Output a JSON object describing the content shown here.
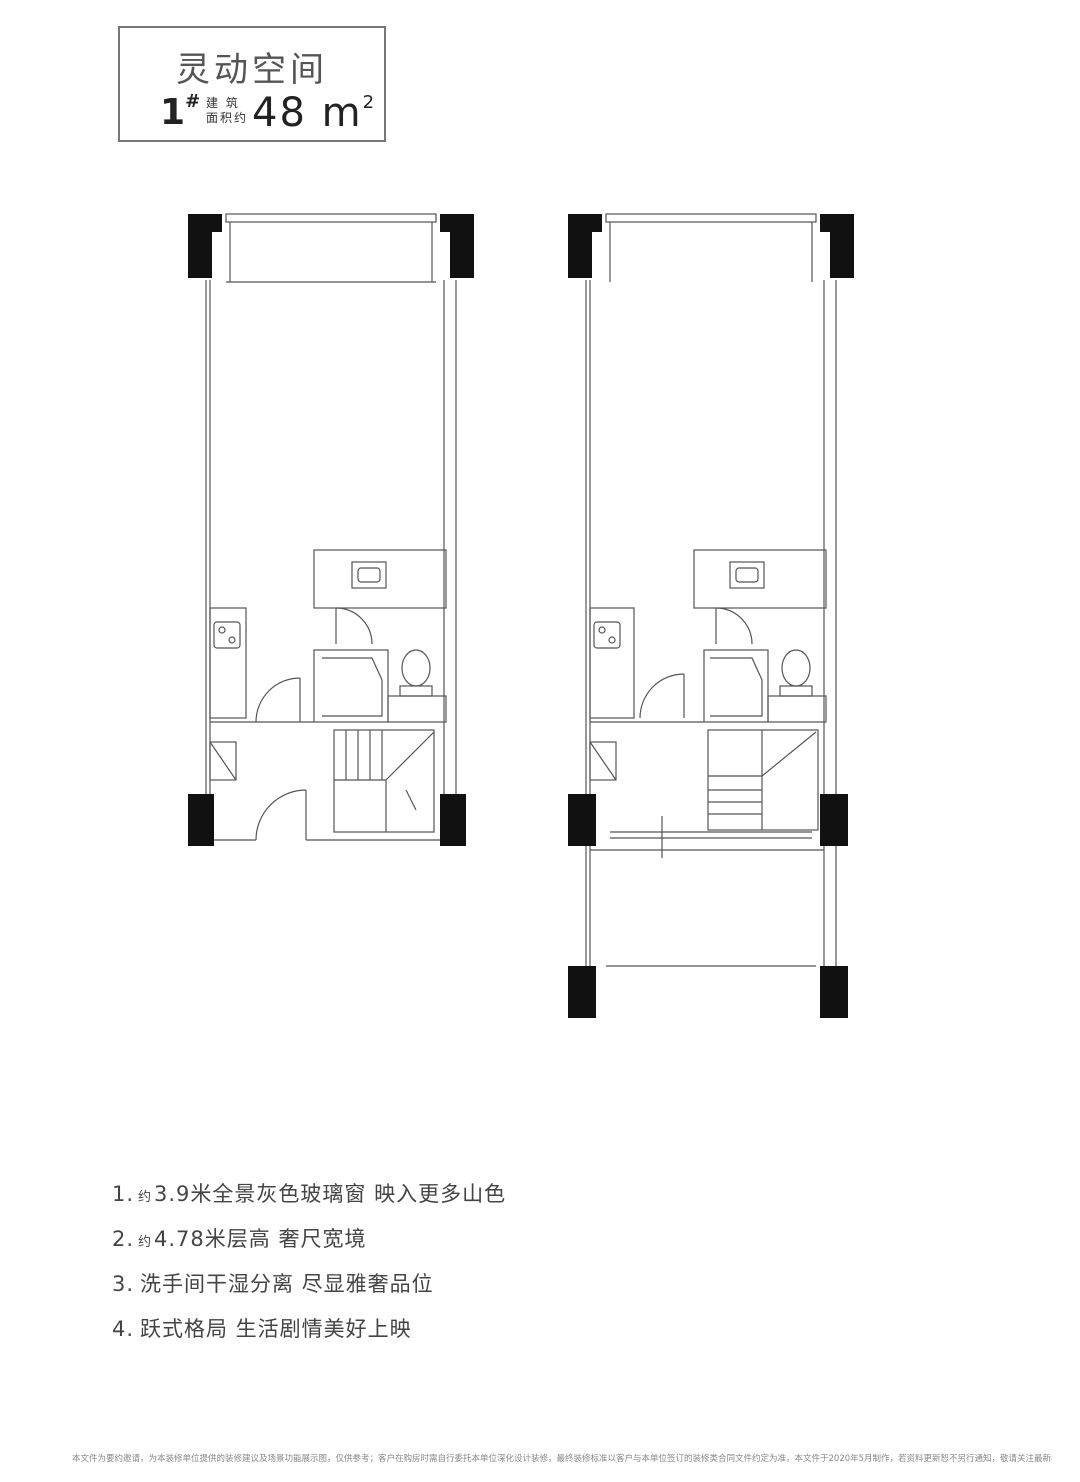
{
  "header": {
    "title": "灵动空间",
    "building": "1",
    "building_mark": "#",
    "area_label_line1": "建 筑",
    "area_label_line2": "面积约",
    "area_value": "48",
    "area_unit": "m",
    "area_unit_sup": "2"
  },
  "features": [
    {
      "num": "1.",
      "prefix": "约",
      "text": "3.9米全景灰色玻璃窗  映入更多山色"
    },
    {
      "num": "2.",
      "prefix": "约",
      "text": "4.78米层高  奢尺宽境"
    },
    {
      "num": "3.",
      "prefix": "",
      "text": "洗手间干湿分离  尽显雅奢品位"
    },
    {
      "num": "4.",
      "prefix": "",
      "text": "跃式格局  生活剧情美好上映"
    }
  ],
  "disclaimer": "本文件为要约邀请，为本装修单位提供的装修建议及场景功能展示图，仅供参考；客户在购房时需自行委托本单位深化设计装修，最终装修标准以客户与本单位签订的装修类合同文件约定为准，本文件于2020年5月制作，若资料更新恕不另行通知，敬请关注最新材料。",
  "colors": {
    "wall": "#111111",
    "line": "#555555",
    "frame": "#777777"
  }
}
